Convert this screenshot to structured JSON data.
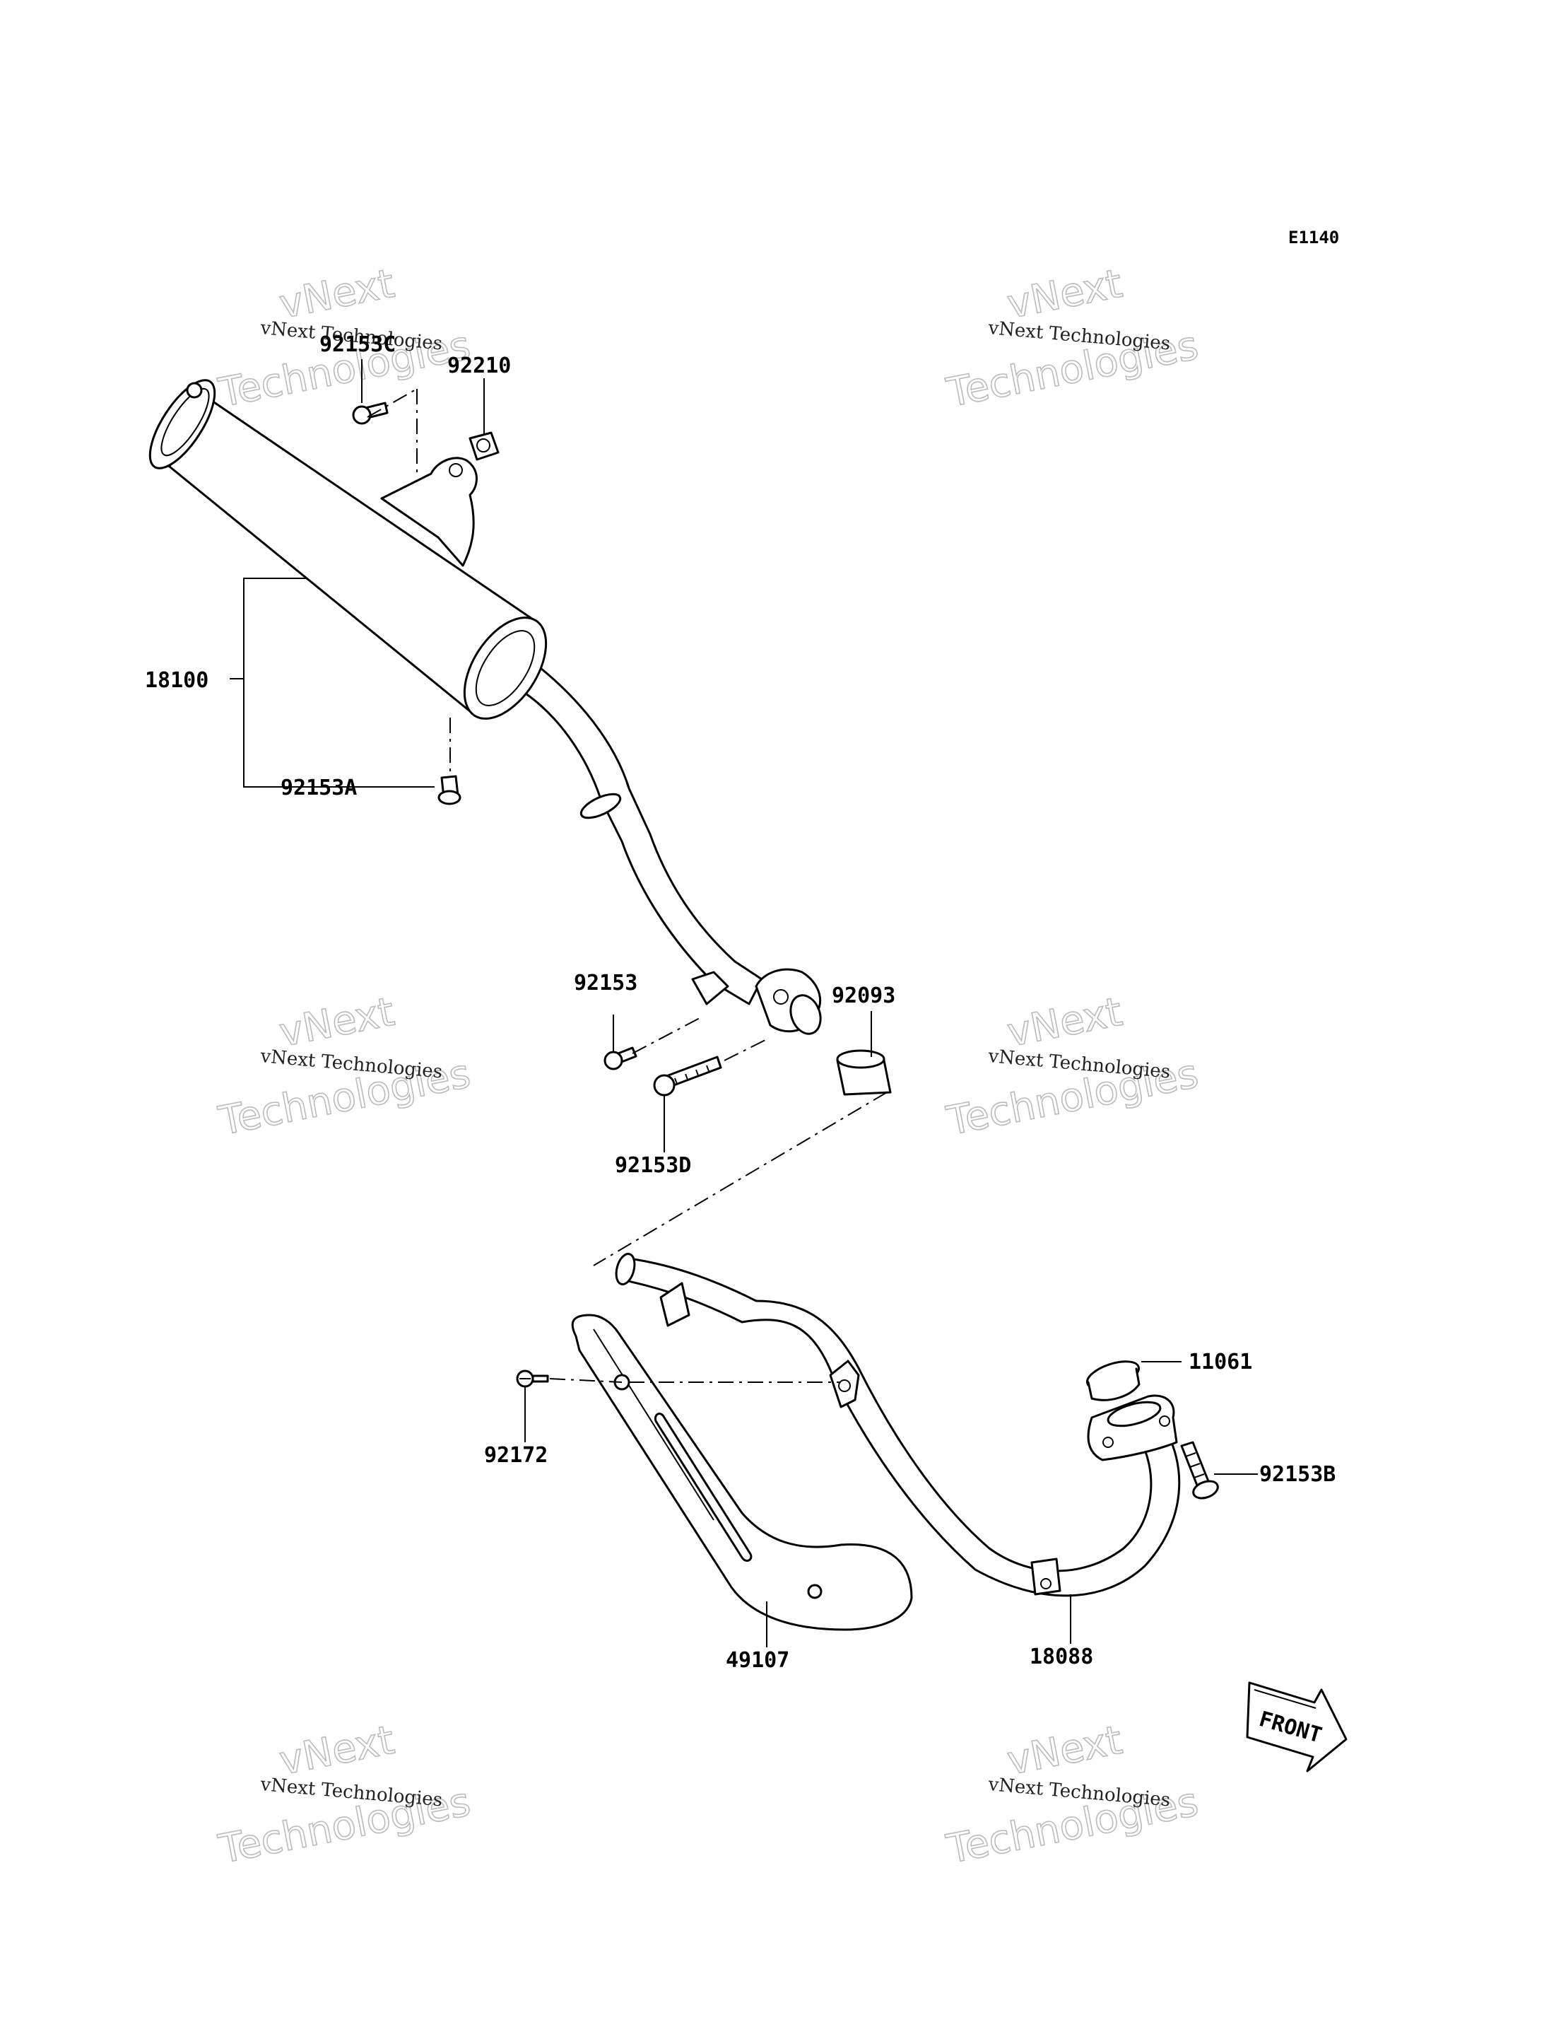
{
  "diagram_code": "E1140",
  "watermark": {
    "line1": "vNext Technologies",
    "big_top": "vNext",
    "big_bottom": "Technologies"
  },
  "parts": [
    {
      "id": "p-92153C",
      "label": "92153C"
    },
    {
      "id": "p-92210",
      "label": "92210"
    },
    {
      "id": "p-18100",
      "label": "18100"
    },
    {
      "id": "p-92153A",
      "label": "92153A"
    },
    {
      "id": "p-92153",
      "label": "92153"
    },
    {
      "id": "p-92093",
      "label": "92093"
    },
    {
      "id": "p-92153D",
      "label": "92153D"
    },
    {
      "id": "p-11061",
      "label": "11061"
    },
    {
      "id": "p-92172",
      "label": "92172"
    },
    {
      "id": "p-92153B",
      "label": "92153B"
    },
    {
      "id": "p-49107",
      "label": "49107"
    },
    {
      "id": "p-18088",
      "label": "18088"
    }
  ],
  "front_label": "FRONT"
}
